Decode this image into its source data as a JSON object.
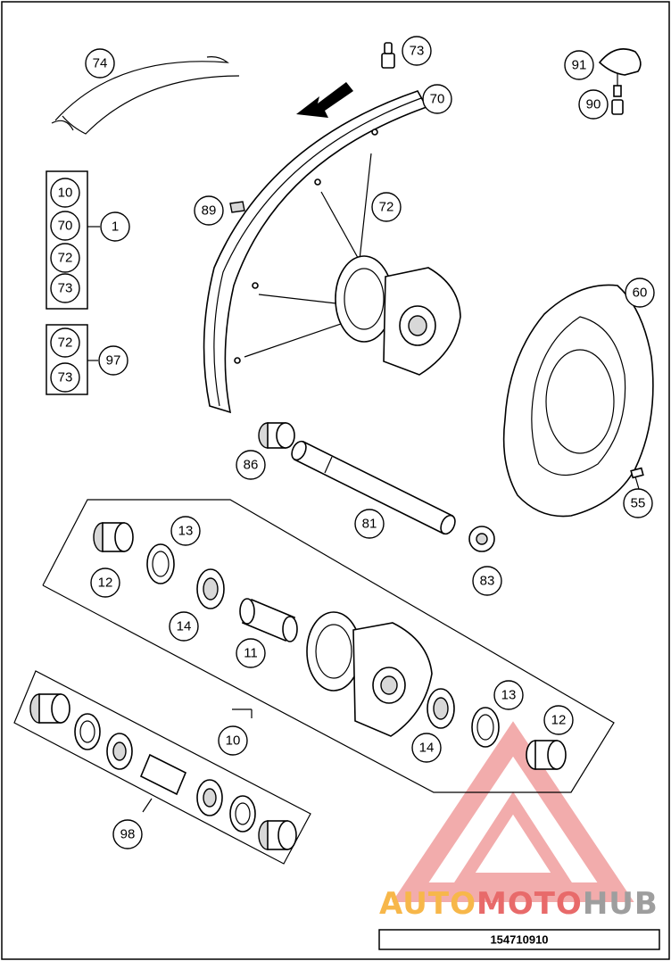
{
  "diagram": {
    "reference_number": "154710910",
    "watermark": {
      "part1": "AUTO",
      "part2": "MOTO",
      "part3": "HUB"
    },
    "callouts": {
      "c74": "74",
      "c73_valve": "73",
      "c91": "91",
      "c90": "90",
      "c70_rim": "70",
      "c72_spoke": "72",
      "c89": "89",
      "c60": "60",
      "c55": "55",
      "c86": "86",
      "c81": "81",
      "c83": "83",
      "c13_a": "13",
      "c12_a": "12",
      "c14_a": "14",
      "c11": "11",
      "c13_b": "13",
      "c12_b": "12",
      "c14_b": "14",
      "c10": "10",
      "c98": "98",
      "c1": "1",
      "c97": "97"
    },
    "kit_1": [
      "10",
      "70",
      "72",
      "73"
    ],
    "kit_97": [
      "72",
      "73"
    ]
  }
}
